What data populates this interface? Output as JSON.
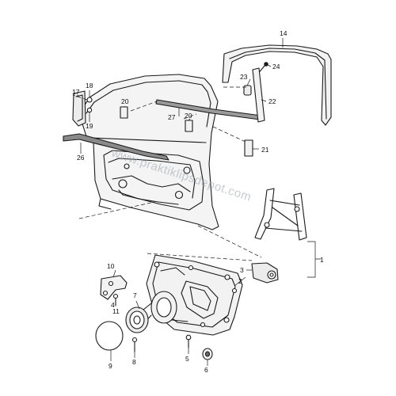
{
  "colors": {
    "line": "#1a1a1a",
    "part_fill": "#f2f2f2",
    "trim_fill": "#8a8a8a",
    "background": "#ffffff",
    "watermark": "#9aa3ad"
  },
  "watermark": "www.praktiklipsdepot.com",
  "callouts": {
    "c1": "1",
    "c2": "2",
    "c3": "3",
    "c4": "4",
    "c5": "5",
    "c6": "6",
    "c7": "7",
    "c8": "8",
    "c9": "9",
    "c10": "10",
    "c11": "11",
    "c14": "14",
    "c17": "17",
    "c18": "18",
    "c19": "19",
    "c20a": "20",
    "c20b": "20",
    "c21": "21",
    "c22": "22",
    "c23": "23",
    "c24": "24",
    "c26": "26",
    "c27": "27"
  }
}
